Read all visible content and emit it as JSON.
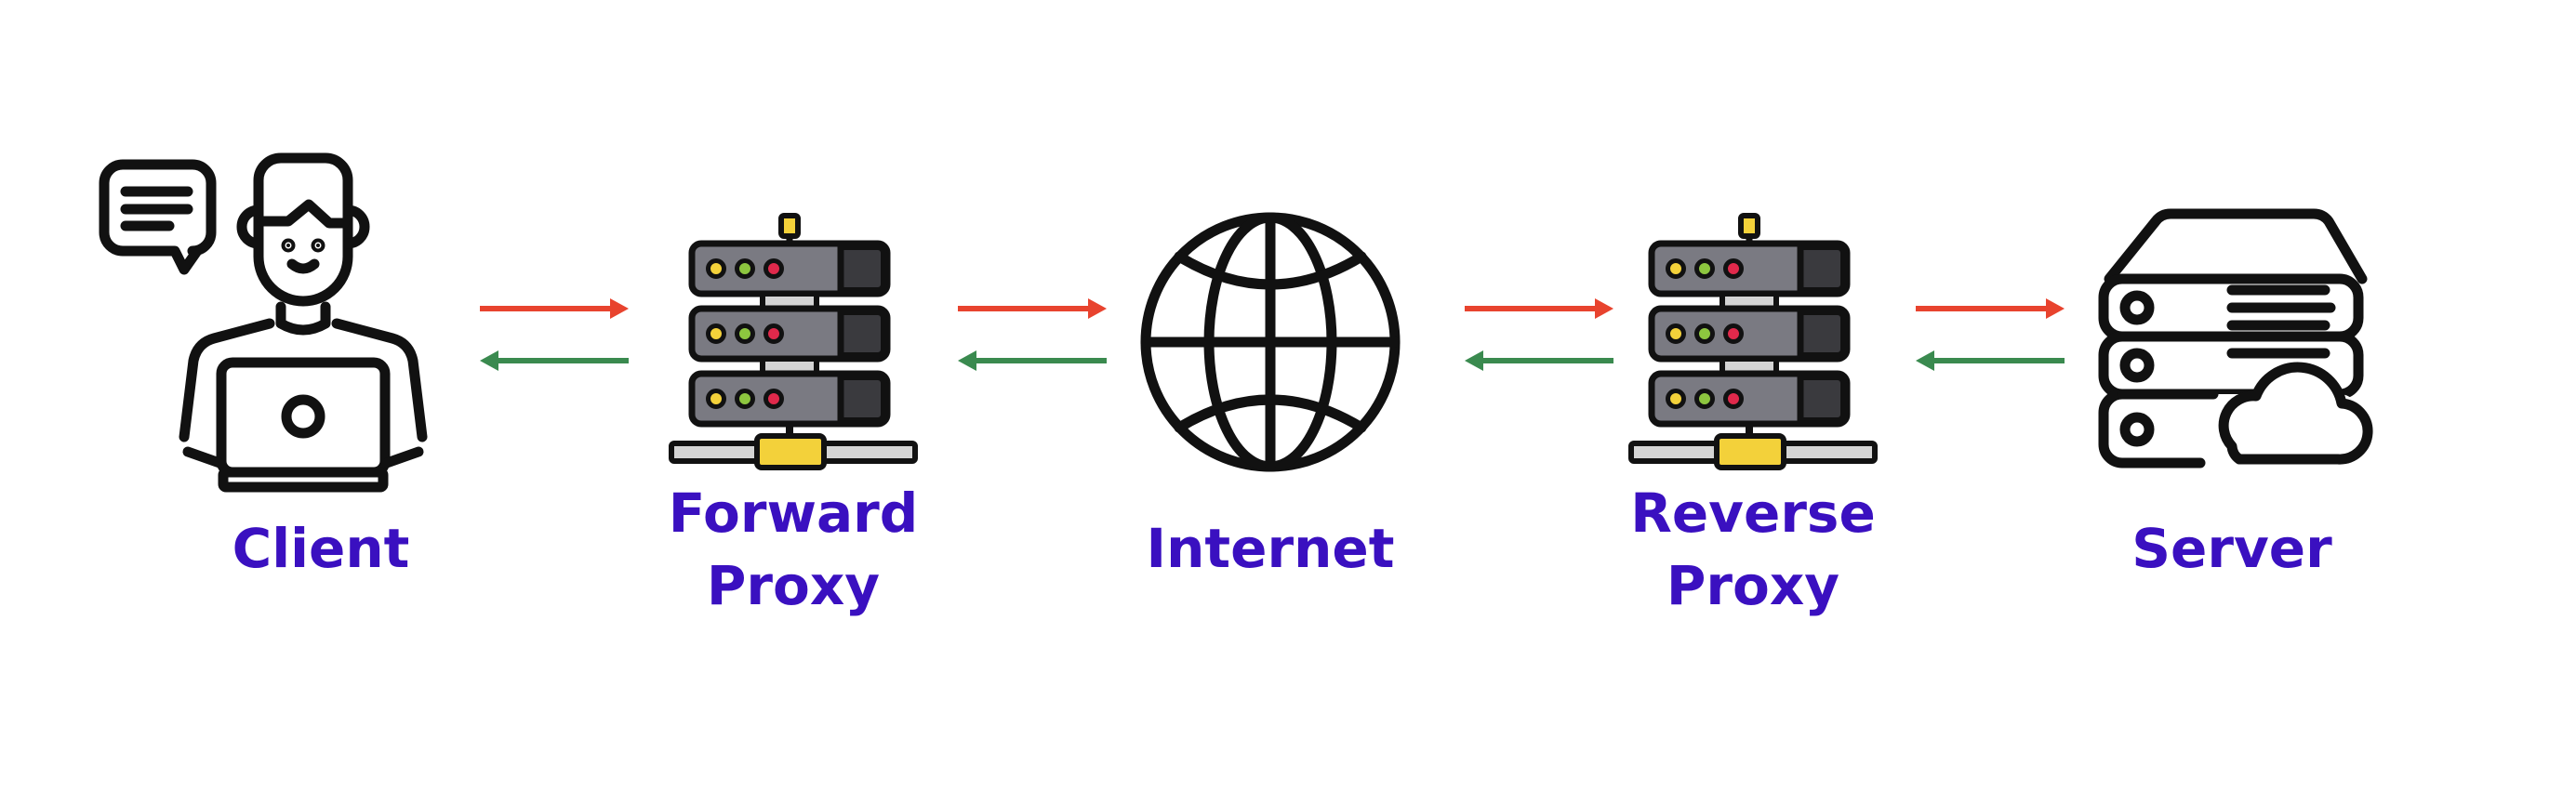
{
  "colors": {
    "label": "#3a10c0",
    "request_arrow": "#e8432e",
    "response_arrow": "#3a8a4f",
    "outline": "#111111",
    "server_body": "#7a7a82",
    "server_dark": "#3a3a3e",
    "led_yellow": "#f3d13a",
    "led_green": "#8dc63f",
    "led_red": "#e0294b",
    "connector": "#f3d13a",
    "bar": "#d4d4d4"
  },
  "nodes": [
    {
      "id": "client",
      "icon": "person-laptop-icon",
      "label_lines": [
        "Client"
      ]
    },
    {
      "id": "forward-proxy",
      "icon": "server-rack-icon",
      "label_lines": [
        "Forward",
        "Proxy"
      ]
    },
    {
      "id": "internet",
      "icon": "globe-icon",
      "label_lines": [
        "Internet"
      ]
    },
    {
      "id": "reverse-proxy",
      "icon": "server-rack-icon",
      "label_lines": [
        "Reverse",
        "Proxy"
      ]
    },
    {
      "id": "server",
      "icon": "cloud-server-icon",
      "label_lines": [
        "Server"
      ]
    }
  ],
  "connections": [
    {
      "from": "client",
      "to": "forward-proxy"
    },
    {
      "from": "forward-proxy",
      "to": "internet"
    },
    {
      "from": "internet",
      "to": "reverse-proxy"
    },
    {
      "from": "reverse-proxy",
      "to": "server"
    }
  ]
}
